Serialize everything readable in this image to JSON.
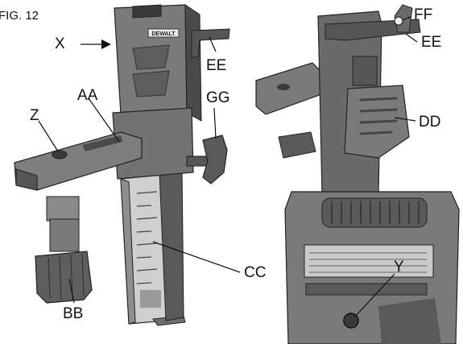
{
  "figure": {
    "title": "FIG. 12"
  },
  "brand": {
    "wordmark": "DEWALT"
  },
  "callouts": {
    "x": "X",
    "ee_left": "EE",
    "aa": "AA",
    "gg": "GG",
    "z": "Z",
    "cc": "CC",
    "bb": "BB",
    "ff": "FF",
    "ee_right": "EE",
    "dd": "DD",
    "y": "Y"
  },
  "colors": {
    "body": "#6e6e6e",
    "body_dark": "#4a4a4a",
    "body_light": "#9a9a9a",
    "panel": "#c9c9c9",
    "line": "#111111"
  }
}
